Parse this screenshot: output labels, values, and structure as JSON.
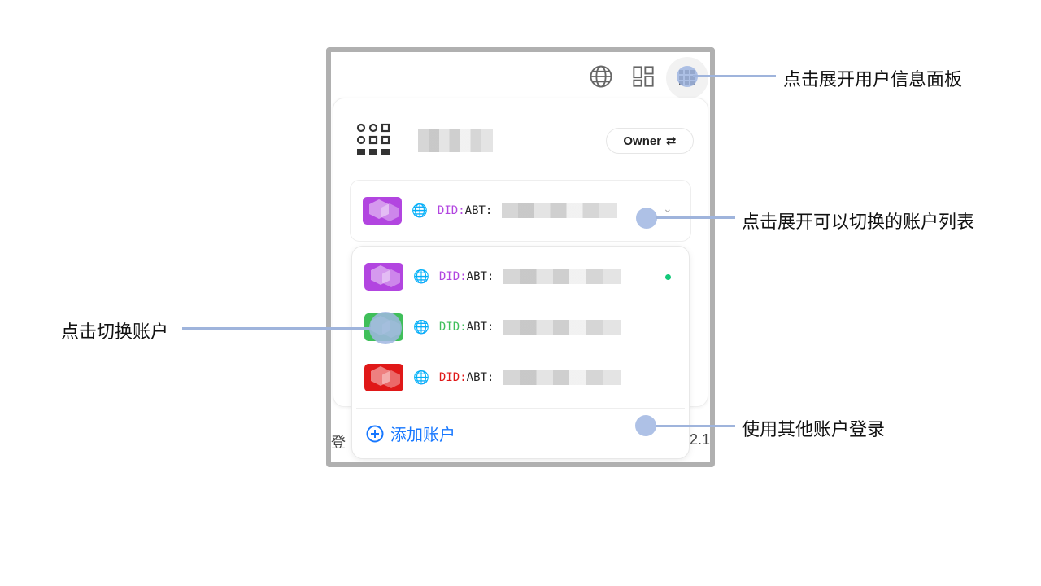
{
  "header": {
    "icons": [
      "globe-icon",
      "grid-icon",
      "avatar-icon"
    ]
  },
  "panel": {
    "role_label": "Owner",
    "role_icon": "swap-icon",
    "current_account": {
      "did_prefix": "DID:",
      "did_type": "ABT:",
      "color": "#b245e0"
    }
  },
  "accounts": [
    {
      "did_prefix": "DID:",
      "did_type": "ABT:",
      "color": "#b245e0",
      "active": true
    },
    {
      "did_prefix": "DID:",
      "did_type": "ABT:",
      "color": "#3fbf5a",
      "active": false
    },
    {
      "did_prefix": "DID:",
      "did_type": "ABT:",
      "color": "#e01818",
      "active": false
    }
  ],
  "add_account_label": "添加账户",
  "background_fragments": {
    "left": "登",
    "right": "2.1"
  },
  "annotations": {
    "user_panel": "点击展开用户信息面板",
    "account_list": "点击展开可以切换的账户列表",
    "switch_account": "点击切换账户",
    "other_login": "使用其他账户登录"
  },
  "colors": {
    "accent": "#1677ff",
    "annotation": "#9fb4dc",
    "active_dot": "#14c97a"
  }
}
